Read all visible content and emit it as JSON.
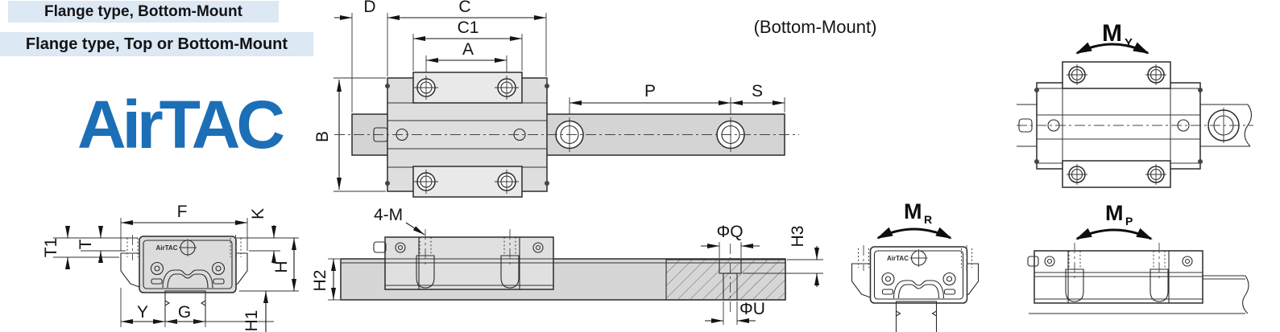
{
  "headers": {
    "row1": "Flange type, Bottom-Mount",
    "row2": "Flange type, Top or Bottom-Mount",
    "bg": "#dce8f4"
  },
  "logo": {
    "text": "AirTAC",
    "color": "#1c6fb6"
  },
  "plan": {
    "note": "(Bottom-Mount)",
    "d": "D",
    "c": "C",
    "c1": "C1",
    "a": "A",
    "b": "B",
    "p": "P",
    "s": "S"
  },
  "my": {
    "m": "M",
    "sub": "Y"
  },
  "front": {
    "f": "F",
    "k": "K",
    "t1": "T1",
    "t": "T",
    "h": "H",
    "y": "Y",
    "g": "G",
    "h1": "H1",
    "brand": "AirTAC"
  },
  "side": {
    "m4": "4-M",
    "h2": "H2",
    "q": "ΦQ",
    "h3": "H3",
    "u": "ΦU"
  },
  "mr": {
    "m": "M",
    "sub": "R",
    "brand": "AirTAC"
  },
  "mp": {
    "m": "M",
    "sub": "P"
  }
}
